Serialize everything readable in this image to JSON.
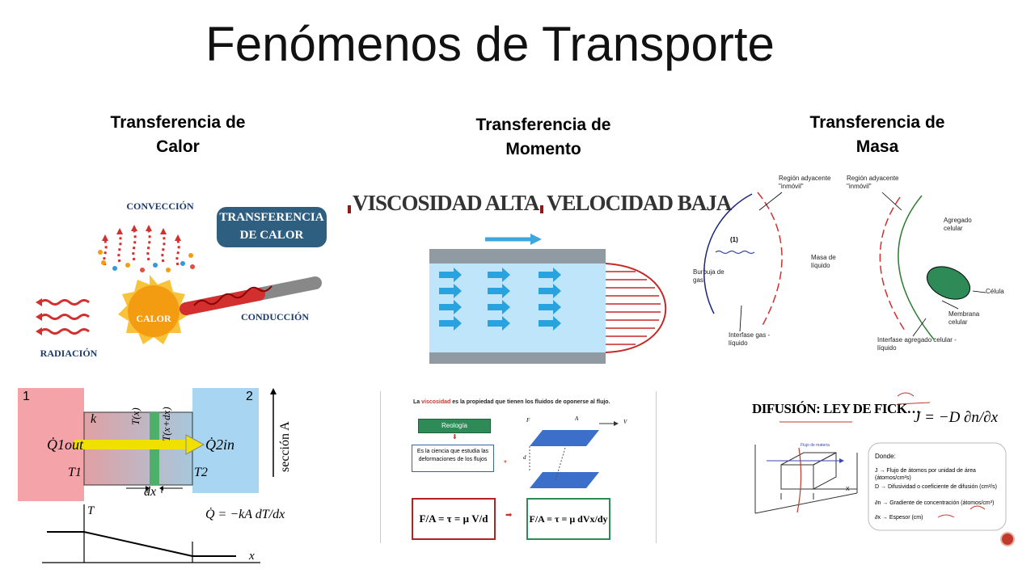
{
  "slide": {
    "title": "Fenómenos de Transporte",
    "columns": [
      {
        "heading": "Transferencia de Calor"
      },
      {
        "heading": "Transferencia de Momento"
      },
      {
        "heading": "Transferencia de Masa"
      }
    ]
  },
  "heat_illustration": {
    "convection": "CONVECCIÓN",
    "banner": "TRANSFERENCIA DE CALOR",
    "heat": "CALOR",
    "conduction": "CONDUCCIÓN",
    "radiation": "RADIACIÓN"
  },
  "heat_diagram": {
    "region1": "1",
    "region2": "2",
    "k": "k",
    "q_out": "Q̇1out",
    "q_in": "Q̇2in",
    "t1": "T1",
    "t2": "T2",
    "tx": "T(x)",
    "txdx": "T(x+dx)",
    "dx": "dx",
    "section": "sección A",
    "t_axis": "T",
    "x_axis": "x",
    "formula": "Q̇ = −kA dT/dx"
  },
  "momentum_banner": {
    "left": "VISCOSIDAD ALTA",
    "right": "VELOCIDAD BAJA"
  },
  "momentum_card": {
    "intro_word": "viscosidad",
    "intro_prefix": "La ",
    "intro_rest": " es la propiedad que tienen los fluidos de oponerse al flujo.",
    "rheology": "Reología",
    "definition": "Es la ciencia que estudia las deformaciones de los flujos",
    "eq1": "F/A = τ = μ V/d",
    "eq2": "F/A = τ = μ dVx/dy",
    "plate_label_f": "F",
    "plate_label_a": "A",
    "plate_label_v": "V",
    "plate_label_d": "d"
  },
  "mass_diagram": {
    "region_left": "Región adyacente \"inmóvil\"",
    "region_right": "Región adyacente \"inmóvil\"",
    "aggregate": "Agregado celular",
    "marker": "(1)",
    "bubble": "Burbuja de gas",
    "liquid": "Masa de líquido",
    "cell": "Célula",
    "membrane": "Membrana celular",
    "interface_gl": "Interfase gas - líquido",
    "interface_cl": "Interfase agregado celular - líquido"
  },
  "fick_card": {
    "title": "DIFUSIÓN: LEY DE FICK…",
    "equation": "J = −D ∂n/∂x",
    "flow_label": "Flujo de materia",
    "axis_x": "X",
    "where": "Donde:",
    "def_j": "J → Flujo de átomos por unidad de área (átomos/cm²s)",
    "def_d": "D → Difusividad o coeficiente de difusión (cm²/s)",
    "def_grad": "∂n → Gradiente de concentración (átomos/cm³)",
    "def_dx": "∂x → Espesor (cm)"
  },
  "colors": {
    "accent_red": "#c0392b",
    "banner_blue": "#2f5f80",
    "cell_green": "#1e7b3c"
  }
}
